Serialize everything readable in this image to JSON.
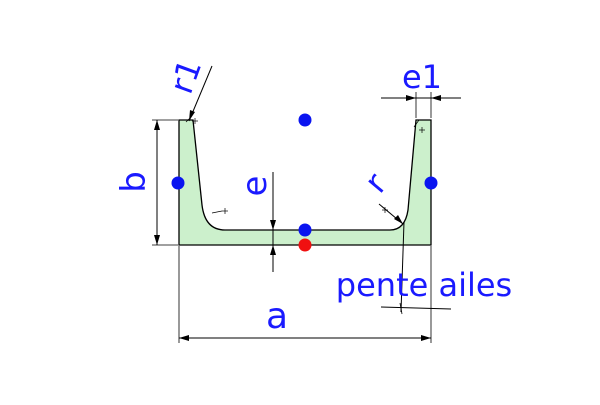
{
  "labels": {
    "r1": "r1",
    "e1": "e1",
    "b": "b",
    "e": "e",
    "r": "r",
    "pente_ailes": "pente ailes",
    "a": "a"
  },
  "colors": {
    "profile_fill": "#ccf0cc",
    "profile_stroke": "#000000",
    "label_text": "#1a1aff",
    "point_blue": "#0a14f0",
    "point_red": "#f01010"
  }
}
